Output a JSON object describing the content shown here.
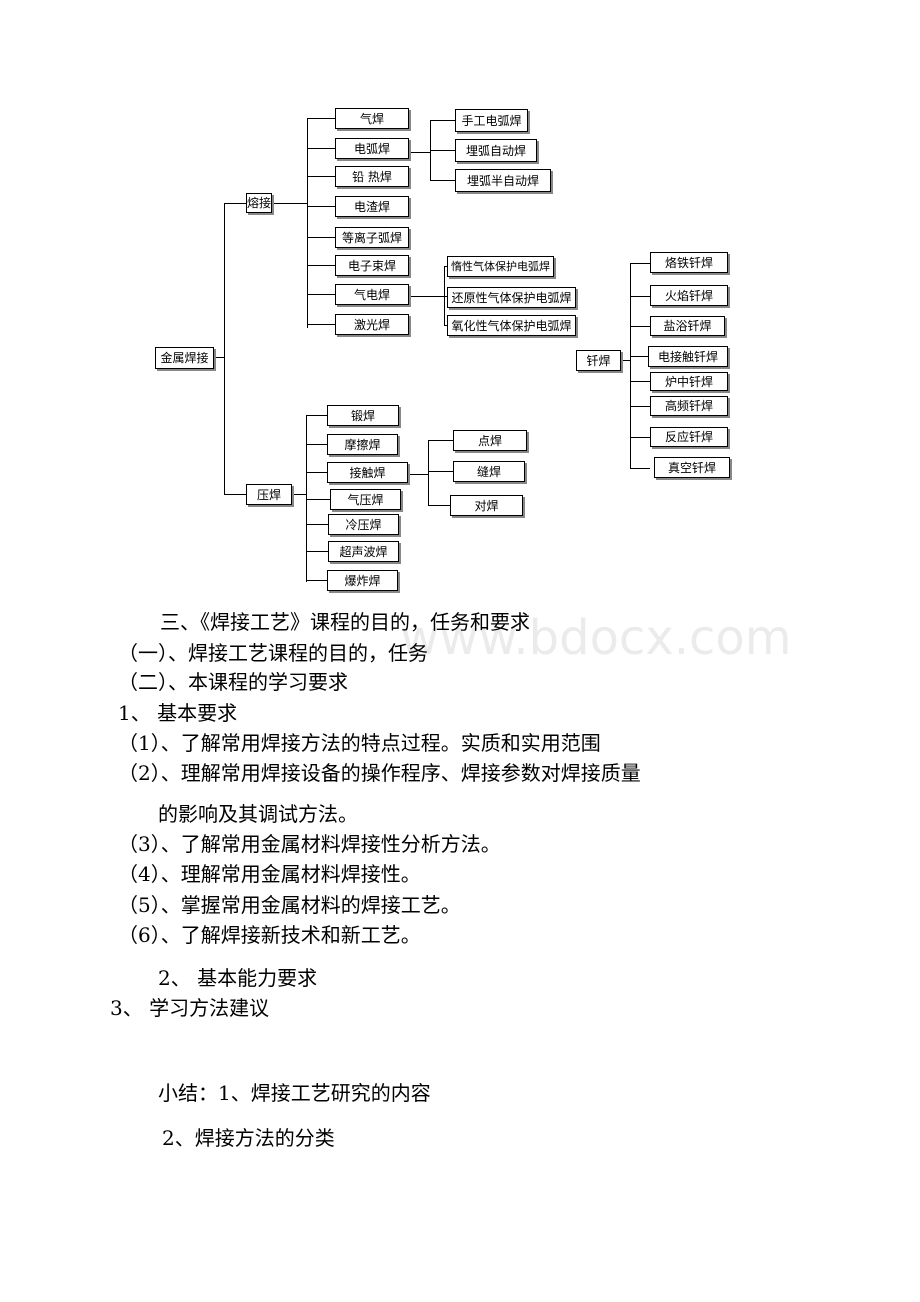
{
  "diagram": {
    "root": "金属焊接",
    "fusion": {
      "label": "熔接",
      "items": [
        "气焊",
        "电弧焊",
        "铅 热焊",
        "电渣焊",
        "等离子弧焊",
        "电子束焊",
        "气电焊",
        "激光焊"
      ],
      "arc_sub": [
        "手工电弧焊",
        "埋弧自动焊",
        "埋弧半自动焊"
      ],
      "gas_sub": [
        "惰性气体保护电弧焊",
        "还原性气体保护电弧焊",
        "氧化性气体保护电弧焊"
      ]
    },
    "pressure": {
      "label": "压焊",
      "items": [
        "锻焊",
        "摩擦焊",
        "接触焊",
        "气压焊",
        "冷压焊",
        "超声波焊",
        "爆炸焊"
      ],
      "contact_sub": [
        "点焊",
        "缝焊",
        "对焊"
      ]
    },
    "brazing": {
      "label": "钎焊",
      "items": [
        "烙铁钎焊",
        "火焰钎焊",
        "盐浴钎焊",
        "电接触钎焊",
        "炉中钎焊",
        "高频钎焊",
        "反应钎焊",
        "真空钎焊"
      ]
    }
  },
  "text": {
    "l1": "三、《焊接工艺》课程的目的，任务和要求",
    "l2": "（一）、焊接工艺课程的目的，任务",
    "l3": "（二）、本课程的学习要求",
    "l4": "1、 基本要求",
    "l5": "（1）、了解常用焊接方法的特点过程。实质和实用范围",
    "l6": "（2）、理解常用焊接设备的操作程序、焊接参数对焊接质量",
    "l7": "的影响及其调试方法。",
    "l8": "（3）、了解常用金属材料焊接性分析方法。",
    "l9": "（4）、理解常用金属材料焊接性。",
    "l10": "（5）、掌握常用金属材料的焊接工艺。",
    "l11": "（6）、了解焊接新技术和新工艺。",
    "l12": "2、 基本能力要求",
    "l13": "3、 学习方法建议",
    "l14": "小结：1、焊接工艺研究的内容",
    "l15": "2、焊接方法的分类"
  },
  "watermark": "www.bdocx.com"
}
